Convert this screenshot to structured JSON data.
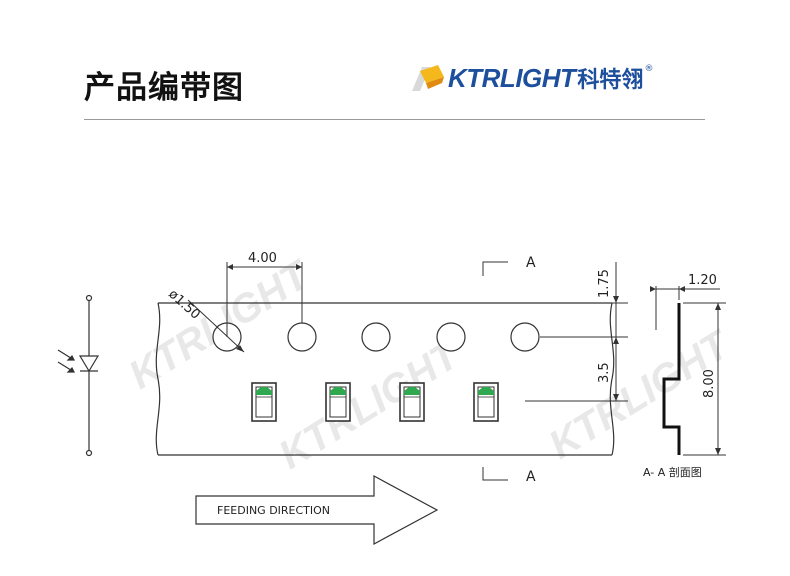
{
  "header": {
    "title": "产品编带图",
    "logo_text": "KTRLIGHT",
    "logo_cn": "科特翎",
    "logo_reg": "®"
  },
  "diagram": {
    "dim_pitch": "4.00",
    "dim_hole": "ø1.50",
    "dim_edge": "1.75",
    "dim_offset": "3.5",
    "dim_thickness": "1.20",
    "dim_width": "8.00",
    "section_top": "A",
    "section_bottom": "A",
    "section_label": "A- A 剖面图",
    "feed_label": "FEEDING DIRECTION",
    "watermark": "KTRLIGHT"
  },
  "colors": {
    "brand": "#1d4f9c",
    "led_green": "#2fa84f"
  }
}
